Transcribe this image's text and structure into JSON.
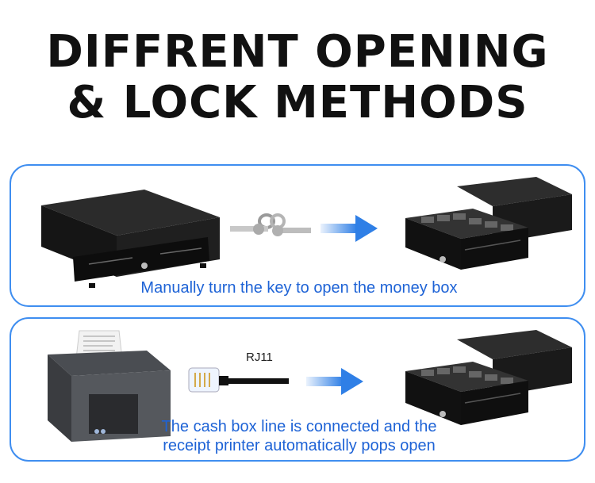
{
  "heading": {
    "line1": "DIFFRENT OPENING",
    "line2": "& LOCK METHODS"
  },
  "panels": [
    {
      "caption": "Manually turn the key to open the money box",
      "icons": [
        "closed-cash-drawer",
        "keys",
        "arrow-right",
        "open-cash-drawer"
      ]
    },
    {
      "label": "RJ11",
      "caption_line1": "The cash box line is connected and the",
      "caption_line2": "receipt printer automatically pops open",
      "icons": [
        "receipt-printer",
        "rj11-connector",
        "arrow-right",
        "open-cash-drawer"
      ]
    }
  ],
  "colors": {
    "accent": "#3f8ef0",
    "caption": "#1e63d6",
    "arrow": "#2f7fe6",
    "drawer": "#1a1a1a"
  }
}
